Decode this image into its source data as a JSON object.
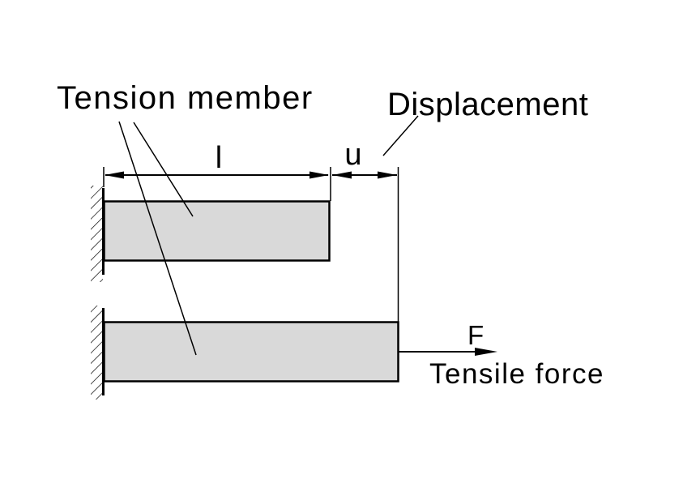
{
  "diagram": {
    "labels": {
      "tension_member": "Tension member",
      "displacement": "Displacement",
      "length_symbol": "l",
      "displacement_symbol": "u",
      "force_symbol": "F",
      "tensile_force": "Tensile force"
    },
    "colors": {
      "background": "#ffffff",
      "line": "#000000",
      "bar_fill": "#d9d9d9"
    }
  }
}
